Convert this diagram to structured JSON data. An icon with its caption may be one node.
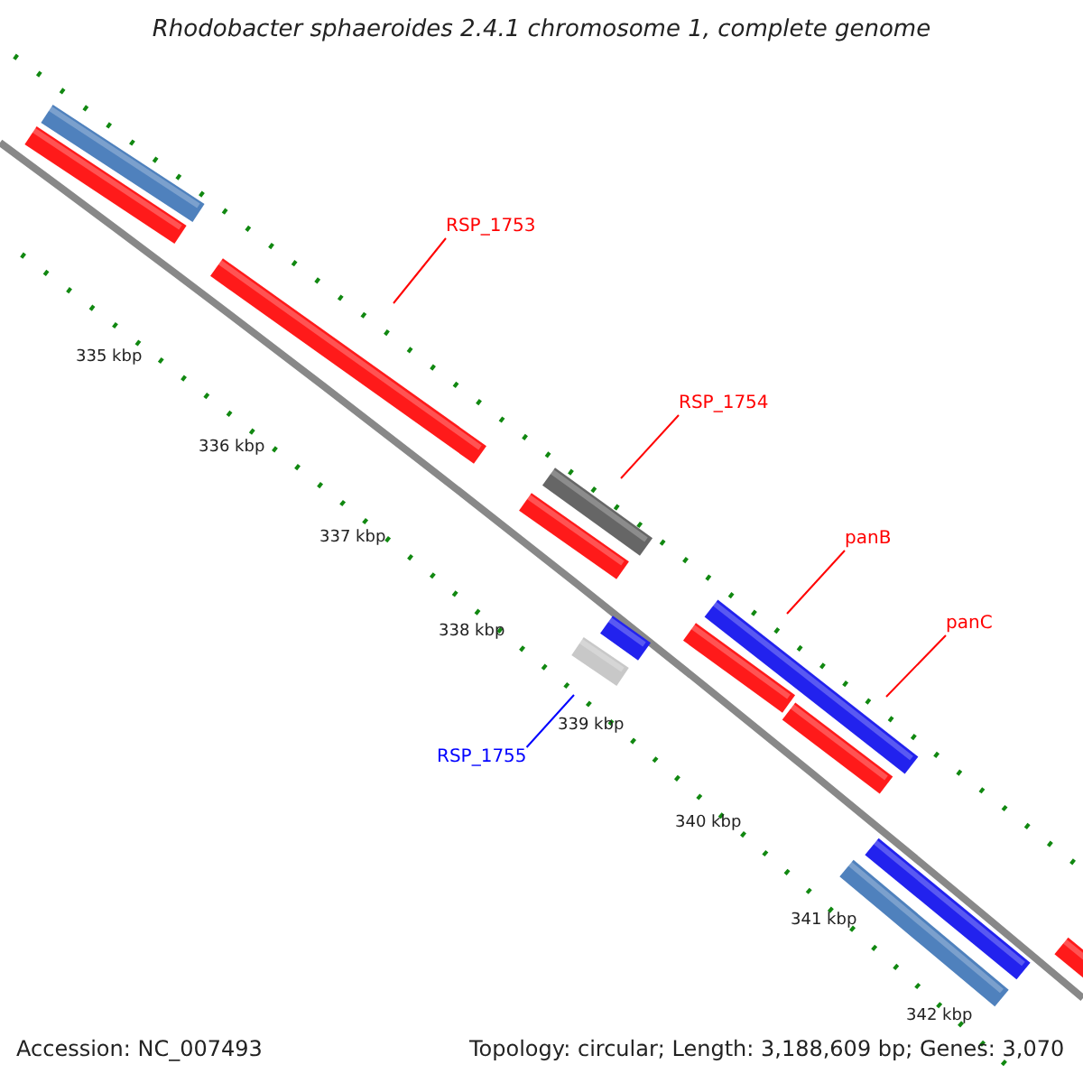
{
  "diagram": {
    "title": "Rhodobacter sphaeroides 2.4.1 chromosome 1, complete genome",
    "nodes": [
      {
        "text": [
          "RSP_1753"
        ]
      },
      {
        "text": [
          "RSP_1754"
        ]
      },
      {
        "text": [
          "panB"
        ]
      },
      {
        "text": [
          "panC"
        ]
      },
      {
        "text": [
          "RSP_1755"
        ]
      }
    ],
    "edges": [
      {
        "from": 0,
        "to": null,
        "arrow": "none"
      },
      {
        "from": 1,
        "to": null,
        "arrow": "none"
      },
      {
        "from": 2,
        "to": null,
        "arrow": "none"
      },
      {
        "from": 3,
        "to": null,
        "arrow": "none"
      },
      {
        "from": 4,
        "to": null,
        "arrow": "none",
        "color": "#0000ff"
      }
    ],
    "labels": [
      "335 kbp",
      "336 kbp",
      "337 kbp",
      "338 kbp",
      "339 kbp",
      "340 kbp",
      "341 kbp",
      "342 kbp",
      "Accession: NC_007493",
      "Topology: circular; Length: 3,188,609 bp; Genes: 3,070"
    ]
  }
}
